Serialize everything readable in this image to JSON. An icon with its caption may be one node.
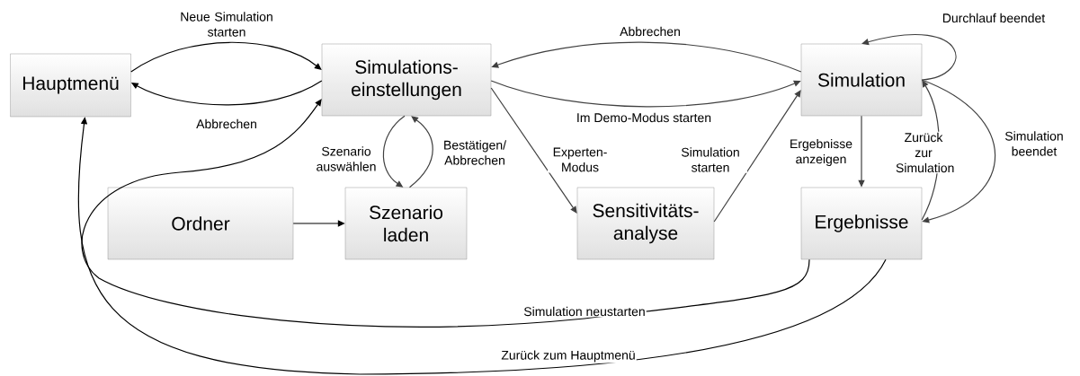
{
  "diagram": {
    "nodes": [
      {
        "text": [
          "Hauptmenü"
        ]
      },
      {
        "text": [
          "Simulations-einstellungen"
        ]
      },
      {
        "text": [
          "Simulation"
        ]
      },
      {
        "text": [
          "Ordner"
        ]
      },
      {
        "text": [
          "Szenario laden"
        ]
      },
      {
        "text": [
          "Sensitivitäts-analyse"
        ]
      },
      {
        "text": [
          "Ergebnisse"
        ]
      }
    ],
    "edges": [
      {
        "from": 0,
        "to": 1,
        "arrow": "to",
        "label": "Neue Simulation starten",
        "color": "#000000"
      },
      {
        "from": 1,
        "to": 0,
        "arrow": "to",
        "label": "Abbrechen",
        "color": "#000000"
      },
      {
        "from": 2,
        "to": 1,
        "arrow": "to",
        "label": "Abbrechen"
      },
      {
        "from": 1,
        "to": 2,
        "arrow": "to",
        "label": "Im Demo-Modus starten"
      },
      {
        "from": 1,
        "to": 5,
        "arrow": "to",
        "label": "Experten-Modus"
      },
      {
        "from": 5,
        "to": 2,
        "arrow": "to",
        "label": "Simulation starten"
      },
      {
        "from": 1,
        "to": 4,
        "arrow": "to",
        "label": "Szenario auswählen"
      },
      {
        "from": 4,
        "to": 1,
        "arrow": "to",
        "label": "Bestätigen/Abbrechen"
      },
      {
        "from": 3,
        "to": 4,
        "arrow": "to",
        "color": "#000000"
      },
      {
        "from": 2,
        "to": 2,
        "arrow": "to",
        "label": "Durchlauf beendet"
      },
      {
        "from": 2,
        "to": 6,
        "arrow": "to",
        "label": "Ergebnisse anzeigen"
      },
      {
        "from": 6,
        "to": 2,
        "arrow": "to",
        "label": "Zurück zur Simulation"
      },
      {
        "from": 2,
        "to": 6,
        "arrow": "to",
        "label": "Simulation beendet"
      },
      {
        "from": 6,
        "to": 1,
        "arrow": "to",
        "label": "Simulation neustarten",
        "color": "#000000"
      },
      {
        "from": 6,
        "to": 0,
        "arrow": "to",
        "label": "Zurück zum Hauptmenü",
        "color": "#000000"
      }
    ]
  }
}
